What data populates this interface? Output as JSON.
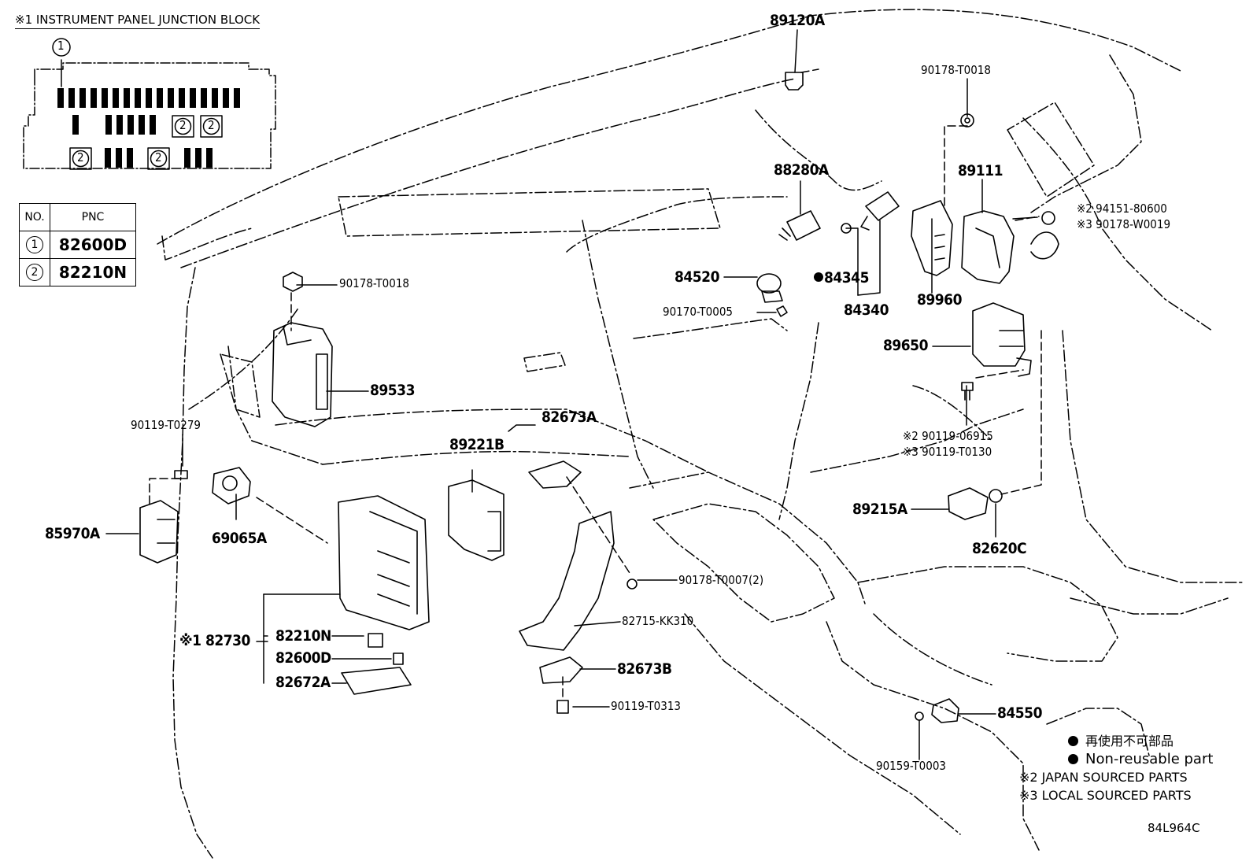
{
  "junction_block_title": "※1 INSTRUMENT PANEL JUNCTION BLOCK",
  "junction_callout": "1",
  "junction_cell_marks": [
    "2",
    "2",
    "2",
    "2"
  ],
  "table": {
    "header_no": "NO.",
    "header_pnc": "PNC",
    "rows": [
      {
        "no": "1",
        "pnc": "82600D"
      },
      {
        "no": "2",
        "pnc": "82210N"
      }
    ]
  },
  "part_labels": {
    "p89120A": "89120A",
    "p90178_T0018_top": "90178-T0018",
    "p89111": "89111",
    "p94151": "※2 94151-80600",
    "p90178_W0019": "※3 90178-W0019",
    "p88280A": "88280A",
    "p84520": "84520",
    "p84345": "84345",
    "p84340": "84340",
    "p89960": "89960",
    "p90170_T0005": "90170-T0005",
    "p89650": "89650",
    "p90119_06915": "※2 90119-06915",
    "p90119_T0130": "※3 90119-T0130",
    "p89215A": "89215A",
    "p82620C": "82620C",
    "p90178_T0018_left": "90178-T0018",
    "p89533": "89533",
    "p90119_T0279": "90119-T0279",
    "p85970A": "85970A",
    "p69065A": "69065A",
    "p82673A": "82673A",
    "p89221B": "89221B",
    "p90178_T0007": "90178-T0007(2)",
    "p82715": "82715-KK310",
    "p82673B": "82673B",
    "p90119_T0313": "90119-T0313",
    "p82730": "※1 82730",
    "p82210N": "82210N",
    "p82600D": "82600D",
    "p82672A": "82672A",
    "p84550": "84550",
    "p90159_T0003": "90159-T0003"
  },
  "legend": {
    "non_reuse_jp": "再使用不可部品",
    "non_reuse_en": "Non-reusable part",
    "japan": "※2 JAPAN SOURCED PARTS",
    "local": "※3 LOCAL SOURCED PARTS"
  },
  "diagram_code": "84L964C"
}
